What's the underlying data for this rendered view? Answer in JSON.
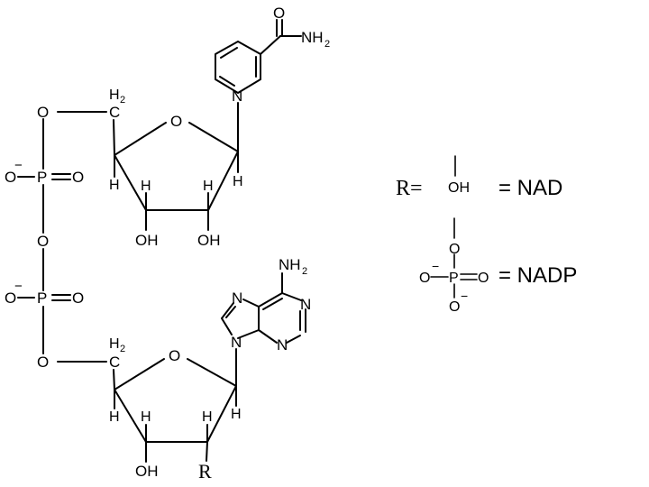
{
  "atoms": {
    "O": "O",
    "N": "N",
    "P": "P",
    "H": "H",
    "OH": "OH",
    "NH": "NH",
    "sub2": "2",
    "minus": "−",
    "R": "R",
    "R_eq": "R="
  },
  "legend": {
    "nad_label": "= NAD",
    "nadp_label": "= NADP"
  }
}
